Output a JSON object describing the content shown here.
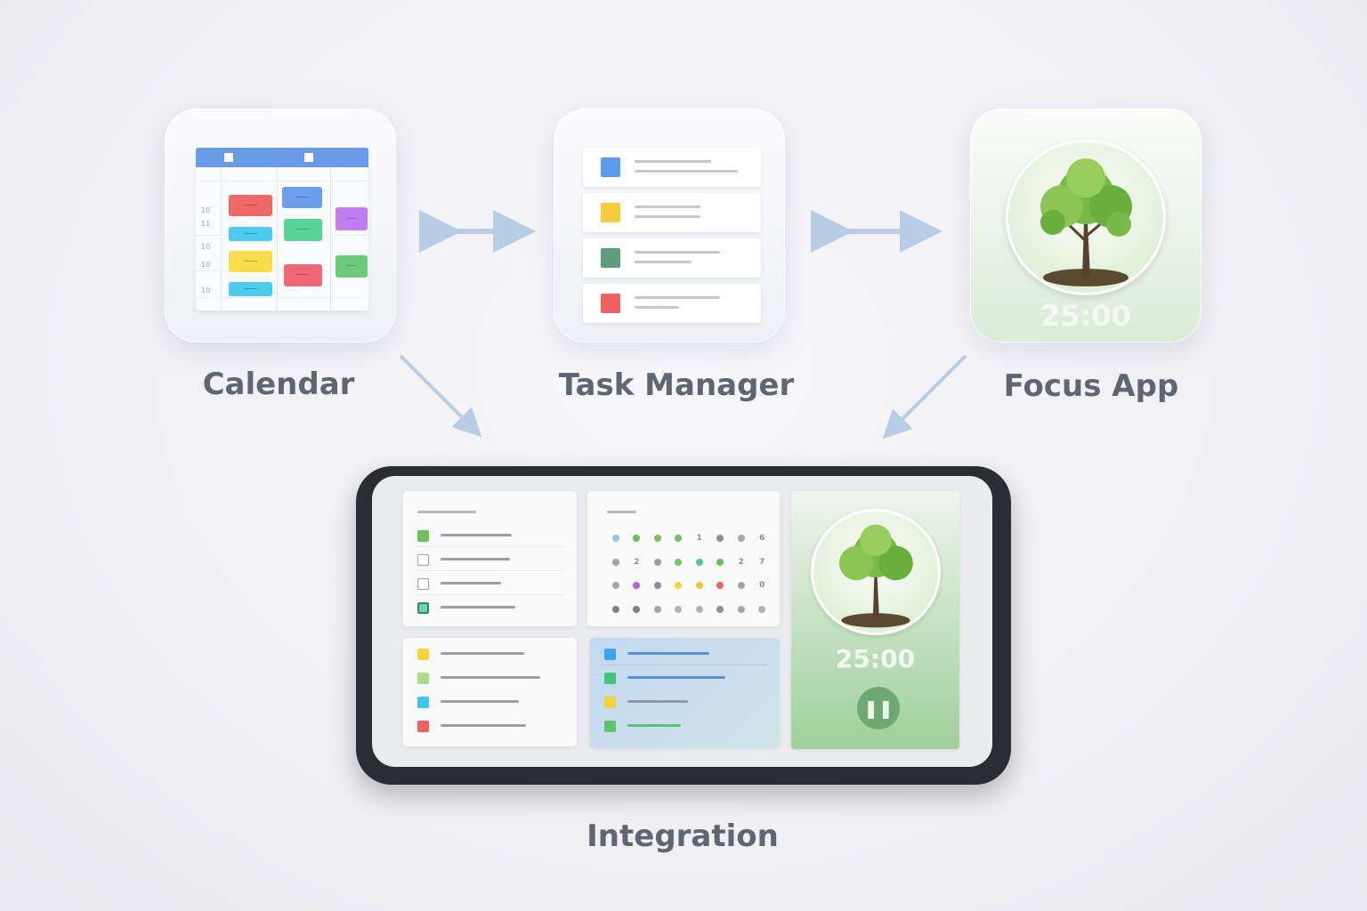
{
  "calendar": {
    "label": "Calendar",
    "times": [
      "10",
      "11",
      "10",
      "10",
      "10"
    ],
    "header_color": "#6a9be8"
  },
  "task_manager": {
    "label": "Task Manager",
    "task_colors": [
      "#5b9cf0",
      "#f5cd3c",
      "#5e9e7a",
      "#f06262"
    ]
  },
  "focus_app": {
    "label": "Focus App",
    "timer": "25:00",
    "icon": "tree-icon"
  },
  "integration": {
    "label": "Integration",
    "checklist": [
      {
        "state": "done",
        "color": "#6cc05a"
      },
      {
        "state": "empty"
      },
      {
        "state": "empty"
      },
      {
        "state": "checked",
        "color": "#3fb58a"
      }
    ],
    "dot_grid": [
      [
        "#8ec9f0",
        "#6cc05a",
        "#74c464",
        "#6cc05a",
        "1",
        "#8a8e95",
        "#a3a6ad",
        "6"
      ],
      [
        "#a3a6ad",
        "2",
        "#9a9ea5",
        "#74c464",
        "#4fc8a0",
        "#6cc05a",
        "2",
        "7"
      ],
      [
        "#a3a6ad",
        "#c35ce0",
        "#8a8e95",
        "#f8d23a",
        "#f2c240",
        "#f06262",
        "#a3a6ad",
        "0"
      ],
      [
        "#7d8188",
        "#7d8188",
        "#a3a6ad",
        "#b0b3b8",
        "#b0b3b8",
        "#8a8e95",
        "#a3a6ad",
        "#b0b3b8"
      ]
    ],
    "list_colors": [
      "#f8d23a",
      "#a8e08a",
      "#3cc9e8",
      "#f06262"
    ],
    "highlight_list_colors": [
      "#3ba5e8",
      "#44c47a",
      "#f2d23a",
      "#5ec46a"
    ],
    "focus_timer": "25:00",
    "pause_icon": "pause-icon"
  }
}
